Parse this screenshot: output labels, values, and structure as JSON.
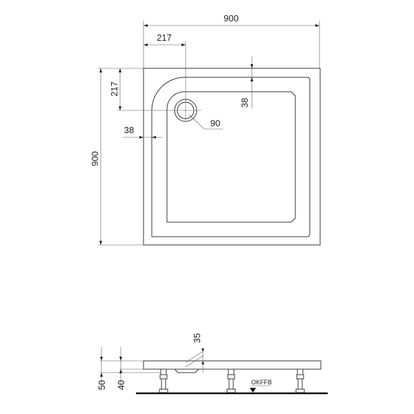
{
  "top_view": {
    "width_label": "900",
    "depth_label": "900",
    "drain_offset_x_label": "217",
    "drain_offset_y_label": "217",
    "rim_width_left_label": "38",
    "rim_width_top_label": "38",
    "drain_diameter_label": "90"
  },
  "side_view": {
    "total_height_label": "50",
    "tray_height_label": "40",
    "drain_depth_label": "35",
    "floor_level_label": "OKFFB"
  }
}
